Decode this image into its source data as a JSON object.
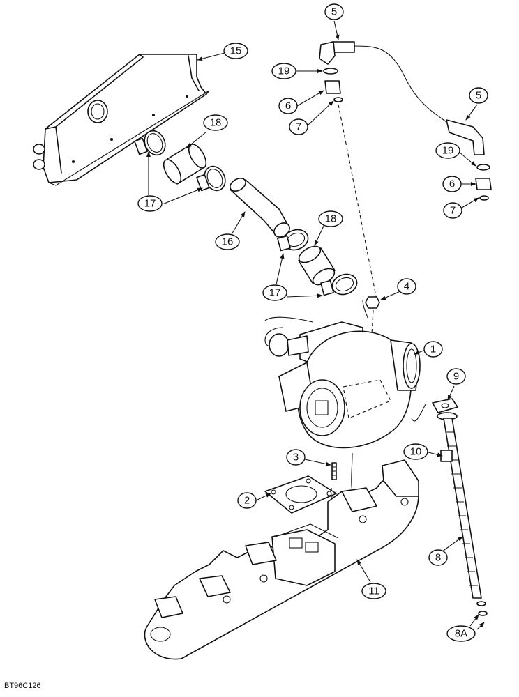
{
  "callouts": [
    "1",
    "2",
    "3",
    "4",
    "5",
    "6",
    "7",
    "8",
    "8A",
    "9",
    "10",
    "11",
    "15",
    "16",
    "17",
    "18",
    "19"
  ],
  "figure_ref": "BT96C126"
}
